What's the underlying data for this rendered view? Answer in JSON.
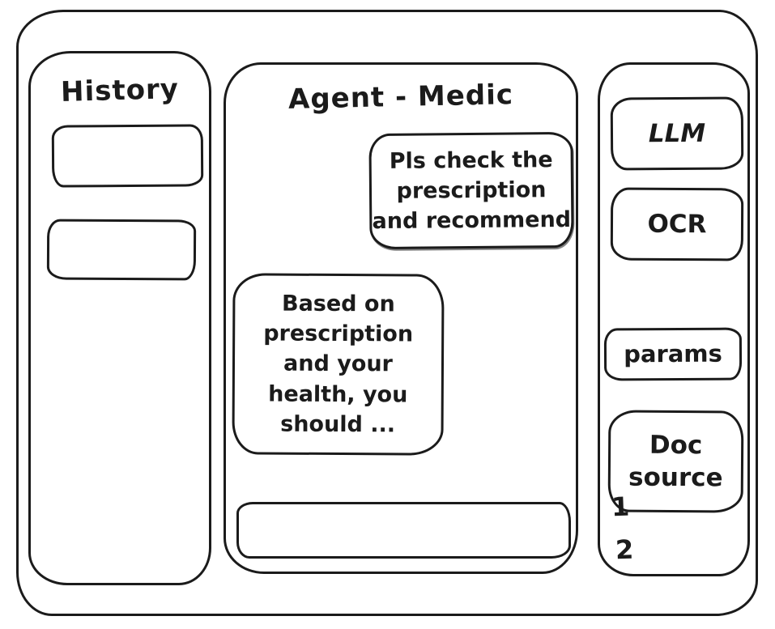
{
  "colors": {
    "stroke": "#1b1b1b",
    "background": "#ffffff"
  },
  "sidebar_left": {
    "title": "History",
    "items": [
      {
        "label": ""
      },
      {
        "label": ""
      }
    ]
  },
  "chat": {
    "title": "Agent - Medic",
    "messages": [
      {
        "role": "user",
        "text": "Pls check the\nprescription\nand recommend"
      },
      {
        "role": "assistant",
        "text": "Based on\nprescription\nand your\nhealth, you\nshould ..."
      }
    ],
    "input": {
      "value": ""
    }
  },
  "sidebar_right": {
    "buttons": [
      {
        "label": "LLM"
      },
      {
        "label": "OCR"
      },
      {
        "label": "params"
      },
      {
        "label": "Doc\nsource"
      }
    ],
    "notes": [
      {
        "label": "1"
      },
      {
        "label": "2"
      }
    ]
  }
}
